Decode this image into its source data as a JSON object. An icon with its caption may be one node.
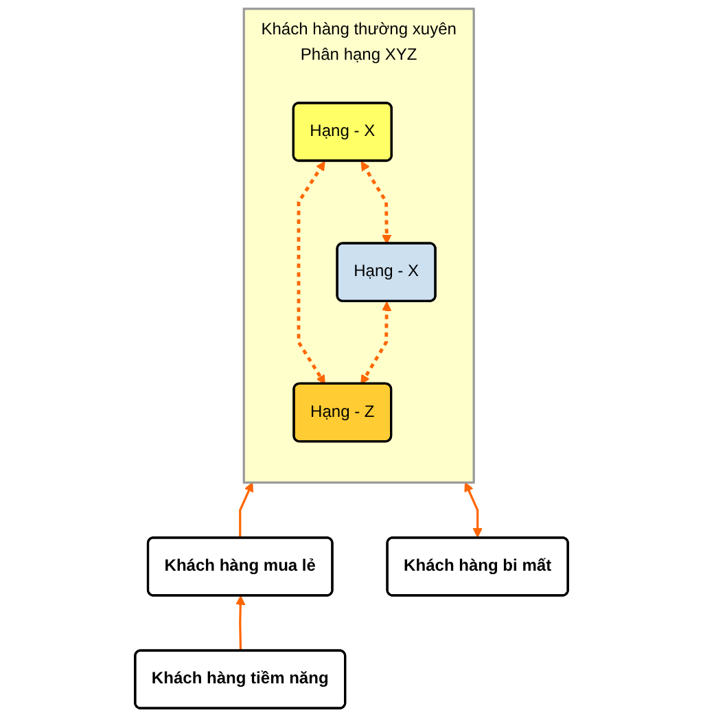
{
  "diagram": {
    "nodes": [
      {
        "text": [
          "Khách hàng thường xuyên",
          "Phân hạng XYZ"
        ]
      },
      {
        "text": [
          "Hạng - X"
        ],
        "in": 0
      },
      {
        "text": [
          "Hạng - X"
        ],
        "in": 0
      },
      {
        "text": [
          "Hạng - Z"
        ],
        "in": 0
      },
      {
        "text": [
          "Khách hàng mua lẻ"
        ]
      },
      {
        "text": [
          "Khách hàng bi mất"
        ]
      },
      {
        "text": [
          "Khách hàng tiềm năng"
        ]
      }
    ],
    "edges": [
      {
        "from": 1,
        "to": 2,
        "arrow": "both",
        "style": "dashed"
      },
      {
        "from": 1,
        "to": 3,
        "arrow": "both",
        "style": "dashed"
      },
      {
        "from": 2,
        "to": 3,
        "arrow": "both",
        "style": "dashed"
      },
      {
        "from": 4,
        "to": 0,
        "arrow": "to"
      },
      {
        "from": 5,
        "to": 0,
        "arrow": "both"
      },
      {
        "from": 6,
        "to": 4,
        "arrow": "to"
      }
    ]
  }
}
